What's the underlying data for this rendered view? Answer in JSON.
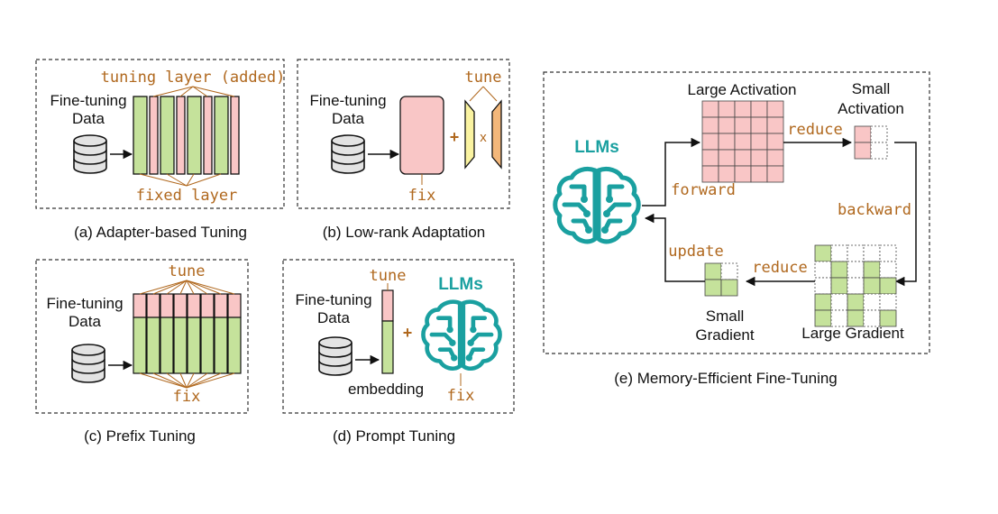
{
  "colors": {
    "green": "#c5e29b",
    "pink": "#f9c6c6",
    "yellow": "#faf3a1",
    "orange": "#f3b77a",
    "teal": "#1aa0a0",
    "brown": "#b0681e",
    "line": "#111111"
  },
  "panel_a": {
    "data_label_1": "Fine-tuning",
    "data_label_2": "Data",
    "top_label": "tuning layer (added)",
    "bottom_label": "fixed layer",
    "caption": "(a) Adapter-based Tuning"
  },
  "panel_b": {
    "data_label_1": "Fine-tuning",
    "data_label_2": "Data",
    "plus": "+",
    "times": "x",
    "tune_label": "tune",
    "fix_label": "fix",
    "caption": "(b) Low-rank Adaptation"
  },
  "panel_c": {
    "data_label_1": "Fine-tuning",
    "data_label_2": "Data",
    "tune_label": "tune",
    "fix_label": "fix",
    "caption": "(c) Prefix Tuning"
  },
  "panel_d": {
    "data_label_1": "Fine-tuning",
    "data_label_2": "Data",
    "tune_label": "tune",
    "llm_label": "LLMs",
    "plus": "+",
    "embedding_label": "embedding",
    "fix_label": "fix",
    "caption": "(d) Prompt Tuning"
  },
  "panel_e": {
    "llm_label": "LLMs",
    "large_activation": "Large Activation",
    "small_activation_1": "Small",
    "small_activation_2": "Activation",
    "reduce_top": "reduce",
    "forward": "forward",
    "backward": "backward",
    "update": "update",
    "reduce_bottom": "reduce",
    "small_gradient_1": "Small",
    "small_gradient_2": "Gradient",
    "large_gradient": "Large Gradient",
    "caption": "(e) Memory-Efficient Fine-Tuning"
  }
}
